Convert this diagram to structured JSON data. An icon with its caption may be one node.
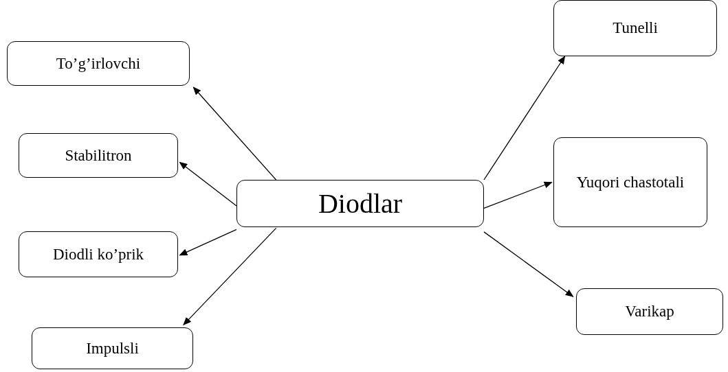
{
  "diagram": {
    "nodes": [
      {
        "text": [
          "Diodlar"
        ]
      },
      {
        "text": [
          "To’g’irlovchi"
        ]
      },
      {
        "text": [
          "Stabilitron"
        ]
      },
      {
        "text": [
          "Diodli ko’prik"
        ]
      },
      {
        "text": [
          "Impulsli"
        ]
      },
      {
        "text": [
          "Tunelli"
        ]
      },
      {
        "text": [
          "Yuqori chastotali"
        ]
      },
      {
        "text": [
          "Varikap"
        ]
      }
    ],
    "edges": [
      {
        "from": 0,
        "to": 1,
        "arrow": "to"
      },
      {
        "from": 0,
        "to": 2,
        "arrow": "to"
      },
      {
        "from": 0,
        "to": 3,
        "arrow": "to"
      },
      {
        "from": 0,
        "to": 4,
        "arrow": "to"
      },
      {
        "from": 0,
        "to": 5,
        "arrow": "to"
      },
      {
        "from": 0,
        "to": 6,
        "arrow": "to"
      },
      {
        "from": 0,
        "to": 7,
        "arrow": "to"
      }
    ]
  }
}
